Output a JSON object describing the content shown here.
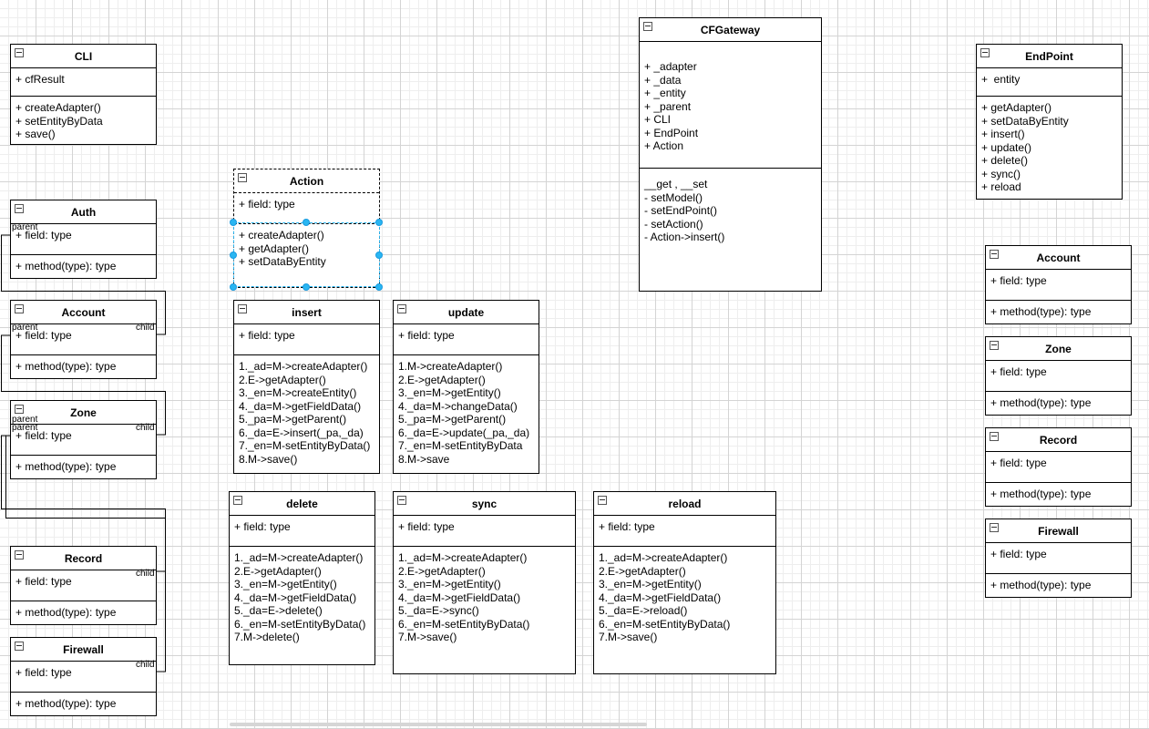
{
  "boxes": {
    "cli": {
      "title": "CLI",
      "attributes": "+ cfResult",
      "methods": "+ createAdapter()\n+ setEntityByData\n+ save()"
    },
    "auth": {
      "title": "Auth",
      "attributes": "+ field: type",
      "methods": "+ method(type): type"
    },
    "account_left": {
      "title": "Account",
      "attributes": "+ field: type",
      "methods": "+ method(type): type"
    },
    "zone_left": {
      "title": "Zone",
      "attributes": "+ field: type",
      "methods": "+ method(type): type"
    },
    "record_left": {
      "title": "Record",
      "attributes": "+ field: type",
      "methods": "+ method(type): type"
    },
    "firewall_left": {
      "title": "Firewall",
      "attributes": "+ field: type",
      "methods": "+ method(type): type"
    },
    "action": {
      "title": "Action",
      "attributes": "+ field: type",
      "methods": "+ createAdapter()\n+ getAdapter()\n+ setDataByEntity"
    },
    "insert": {
      "title": "insert",
      "attributes": "+ field: type",
      "methods": "1._ad=M->createAdapter()\n2.E->getAdapter()\n3._en=M->createEntity()\n4._da=M->getFieldData()\n5._pa=M->getParent()\n6._da=E->insert(_pa,_da)\n7._en=M-setEntityByData()\n8.M->save()"
    },
    "update": {
      "title": "update",
      "attributes": "+ field: type",
      "methods": "1.M->createAdapter()\n2.E->getAdapter()\n3._en=M->getEntity()\n4._da=M->changeData()\n5._pa=M->getParent()\n6._da=E->update(_pa,_da)\n7._en=M-setEntityByData\n8.M->save"
    },
    "delete": {
      "title": "delete",
      "attributes": "+ field: type",
      "methods": "1._ad=M->createAdapter()\n2.E->getAdapter()\n3._en=M->getEntity()\n4._da=M->getFieldData()\n5._da=E->delete()\n6._en=M-setEntityByData()\n7.M->delete()"
    },
    "sync": {
      "title": "sync",
      "attributes": "+ field: type",
      "methods": "1._ad=M->createAdapter()\n2.E->getAdapter()\n3._en=M->getEntity()\n4._da=M->getFieldData()\n5._da=E->sync()\n6._en=M-setEntityByData()\n7.M->save()"
    },
    "reload": {
      "title": "reload",
      "attributes": "+ field: type",
      "methods": "1._ad=M->createAdapter()\n2.E->getAdapter()\n3._en=M->getEntity()\n4._da=M->getFieldData()\n5._da=E->reload()\n6._en=M-setEntityByData()\n7.M->save()"
    },
    "cfgateway": {
      "title": "CFGateway",
      "attributes": "+ _adapter\n+ _data\n+ _entity\n+ _parent\n+ CLI\n+ EndPoint\n+ Action",
      "methods": "__get , __set\n- setModel()\n- setEndPoint()\n- setAction()\n- Action->insert()"
    },
    "endpoint": {
      "title": "EndPoint",
      "attributes": "+  entity",
      "methods": "+ getAdapter()\n+ setDataByEntity\n+ insert()\n+ update()\n+ delete()\n+ sync()\n+ reload"
    },
    "account_right": {
      "title": "Account",
      "attributes": "+ field: type",
      "methods": "+ method(type): type"
    },
    "zone_right": {
      "title": "Zone",
      "attributes": "+ field: type",
      "methods": "+ method(type): type"
    },
    "record_right": {
      "title": "Record",
      "attributes": "+ field: type",
      "methods": "+ method(type): type"
    },
    "firewall_right": {
      "title": "Firewall",
      "attributes": "+ field: type",
      "methods": "+ method(type): type"
    }
  },
  "edge_labels": {
    "parent": "parent",
    "child": "child"
  },
  "colors": {
    "selection": "#29b6f2",
    "grid_major": "#d4d4d4",
    "grid_minor": "#eeeeee"
  }
}
